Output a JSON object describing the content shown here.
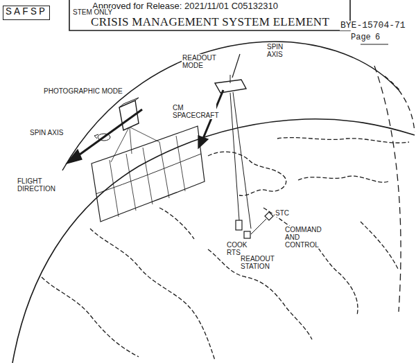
{
  "diagram": {
    "title": "CRISIS MANAGEMENT SYSTEM ELEMENT",
    "labels": [
      "Approved for Release: 2021/11/01 C05132310",
      "SAFSP",
      "STEM ONLY",
      "BYE-15704-71",
      "Page",
      "6",
      "PHOTOGRAPHIC MODE",
      "CM SPACECRAFT",
      "SPIN AXIS",
      "FLIGHT DIRECTION",
      "READOUT MODE",
      "SPIN AXIS",
      "COOK RTS",
      "STC",
      "COMMAND AND CONTROL",
      "READOUT STATION"
    ]
  }
}
